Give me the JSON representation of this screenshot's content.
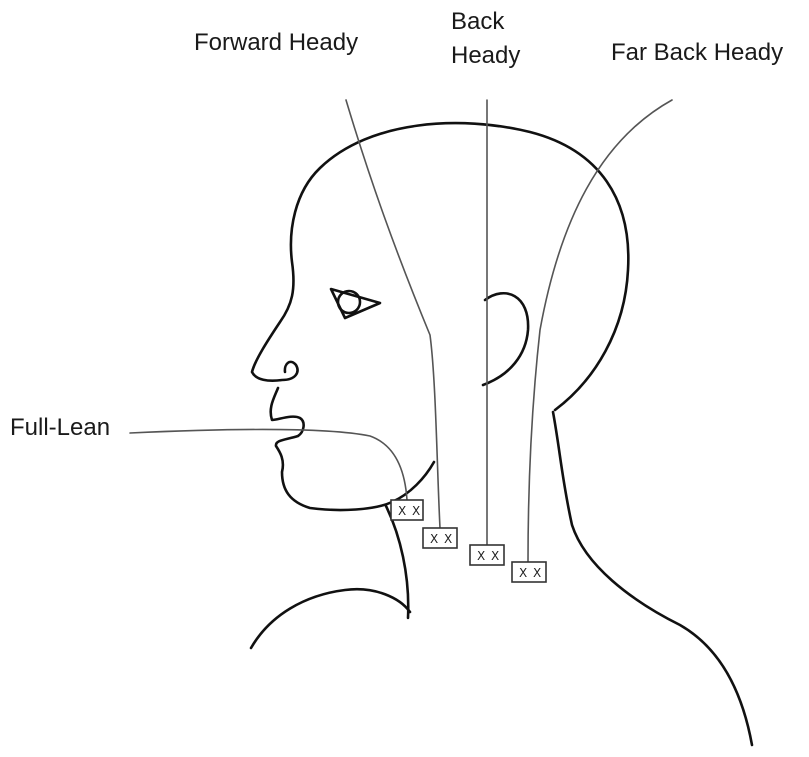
{
  "labels": {
    "forward_heady": "Forward Heady",
    "back_heady_line1": "Back",
    "back_heady_line2": "Heady",
    "far_back_heady": "Far Back Heady",
    "full_lean": "Full-Lean"
  },
  "electrodes": {
    "full_lean_mark": "X X",
    "forward_heady_mark": "X X",
    "back_heady_mark": "X X",
    "far_back_heady_mark": "X X"
  }
}
